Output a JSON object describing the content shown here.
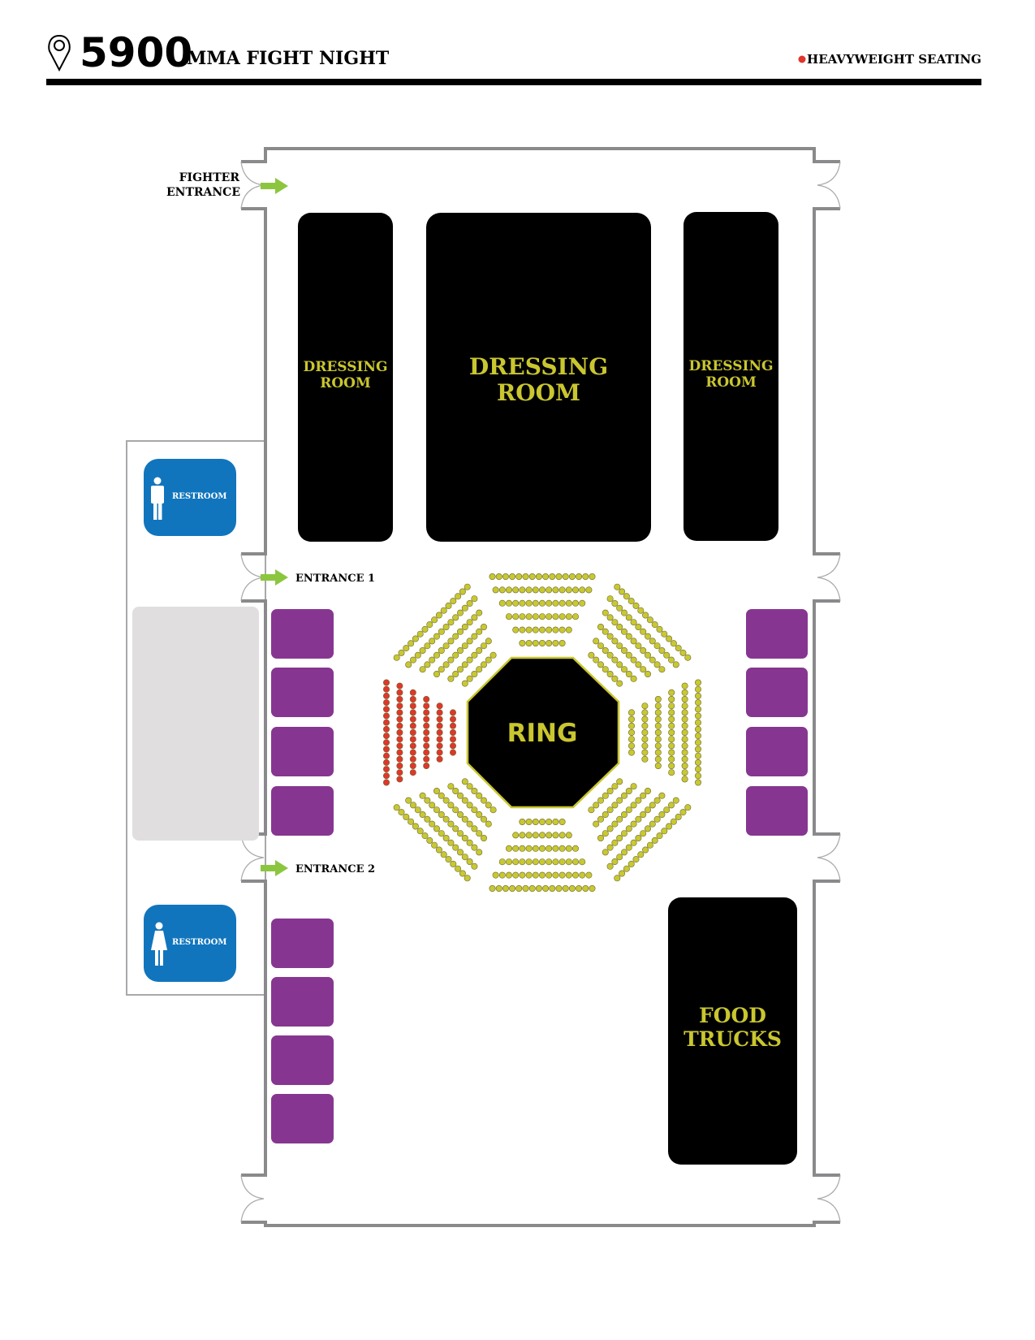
{
  "header": {
    "venue_number": "5900",
    "event_title": "MMA FIGHT NIGHT",
    "legend_label": "HEAVYWEIGHT SEATING",
    "legend_color": "#e0362c"
  },
  "labels": {
    "fighter_entrance_line1": "FIGHTER",
    "fighter_entrance_line2": "ENTRANCE",
    "entrance_1": "ENTRANCE 1",
    "entrance_2": "ENTRANCE 2"
  },
  "rooms": {
    "dressing_left": [
      "DRESSING",
      "ROOM"
    ],
    "dressing_center": [
      "DRESSING",
      "ROOM"
    ],
    "dressing_right": [
      "DRESSING",
      "ROOM"
    ],
    "food_trucks": [
      "FOOD",
      "TRUCKS"
    ],
    "ring": "RING",
    "restroom_men": "RESTROOM",
    "restroom_women": "RESTROOM"
  },
  "seating": {
    "sections": [
      "top",
      "top-right",
      "right",
      "bottom-right",
      "bottom",
      "bottom-left",
      "left",
      "top-left"
    ],
    "heavyweight_section": "left",
    "seats_per_row_inner_to_outer": [
      7,
      9,
      11,
      13,
      15,
      16
    ],
    "seat_color": "#c8c832",
    "heavyweight_color": "#e0362c"
  },
  "colors": {
    "label_yellow": "#c9c62f",
    "restroom_blue": "#1175bd",
    "booth_purple": "#863690",
    "arrow_green": "#8cc63f",
    "wall_gray": "#8a8a8c"
  }
}
